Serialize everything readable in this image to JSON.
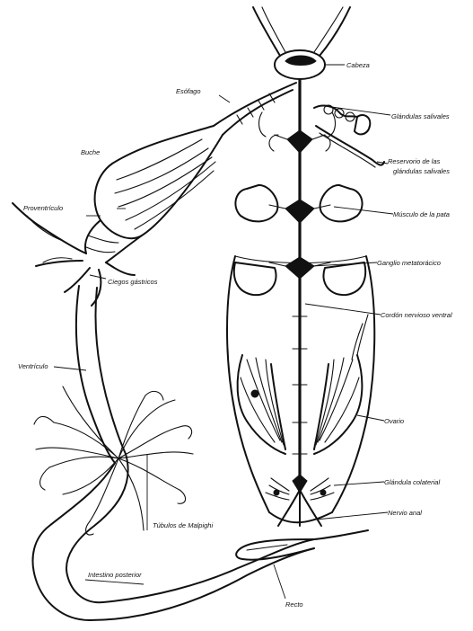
{
  "labels": {
    "esofago": "Esófago",
    "buche": "Buche",
    "proventriculo": "Proventrículo",
    "ciegos_gastricos": "Ciegos gástricos",
    "ventriculo": "Ventrículo",
    "tubulos_malpighi": "Túbulos de Malpighi",
    "intestino_posterior": "Intestino posterior",
    "cabeza": "Cabeza",
    "glandulas_salivales": "Glándulas salivales",
    "reservorio_1": "Reservorio de las",
    "reservorio_2": "glándulas salivales",
    "musculo_pata": "Músculo de la pata",
    "ganglio_metatoracico": "Ganglio metatorácico",
    "cordon_nervioso": "Cordón nervioso ventral",
    "ovario": "Ovario",
    "glandula_colaterial": "Glándula colaterial",
    "nervio_anal": "Nervio anal",
    "recto": "Recto"
  }
}
